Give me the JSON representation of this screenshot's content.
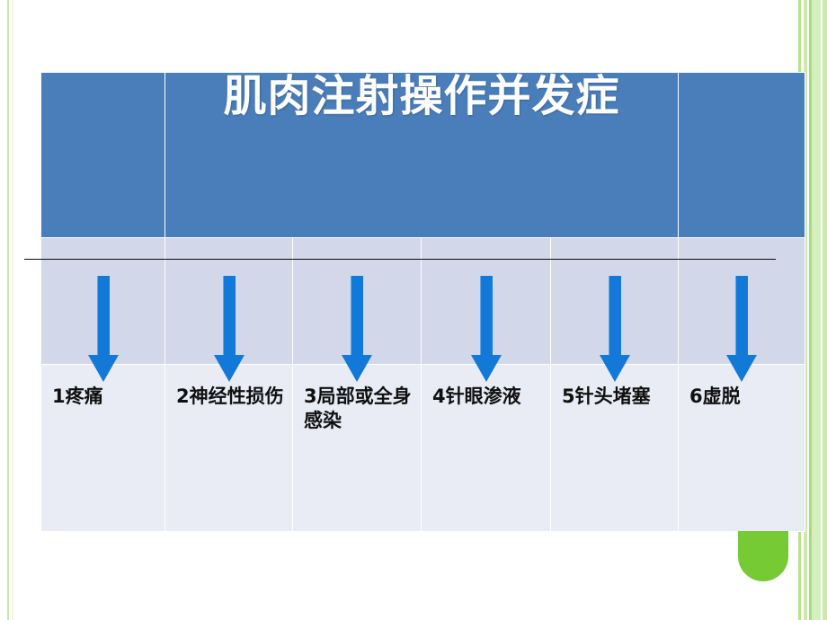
{
  "slide": {
    "title": "肌肉注射操作并发症",
    "colors": {
      "header_blue": "#4a7ebb",
      "arrow_blue": "#1279d8",
      "row_band_dark": "#d2d8e9",
      "row_band_light": "#e9ebf5",
      "accent_green": "#76ca33",
      "frame_green": "#c9e6a8"
    }
  },
  "complications": [
    {
      "num": "1",
      "text": "疼痛",
      "label": "1疼痛"
    },
    {
      "num": "2",
      "text": "神经性损伤",
      "label": "2神经性损伤"
    },
    {
      "num": "3",
      "text": "局部或全身感染",
      "label": "3局部或全身感染"
    },
    {
      "num": "4",
      "text": "针眼渗液",
      "label": "4针眼渗液"
    },
    {
      "num": "5",
      "text": "针头堵塞",
      "label": "5针头堵塞"
    },
    {
      "num": "6",
      "text": "虚脱",
      "label": "6虚脱"
    }
  ],
  "icons": {
    "arrow": "down-arrow-icon"
  }
}
